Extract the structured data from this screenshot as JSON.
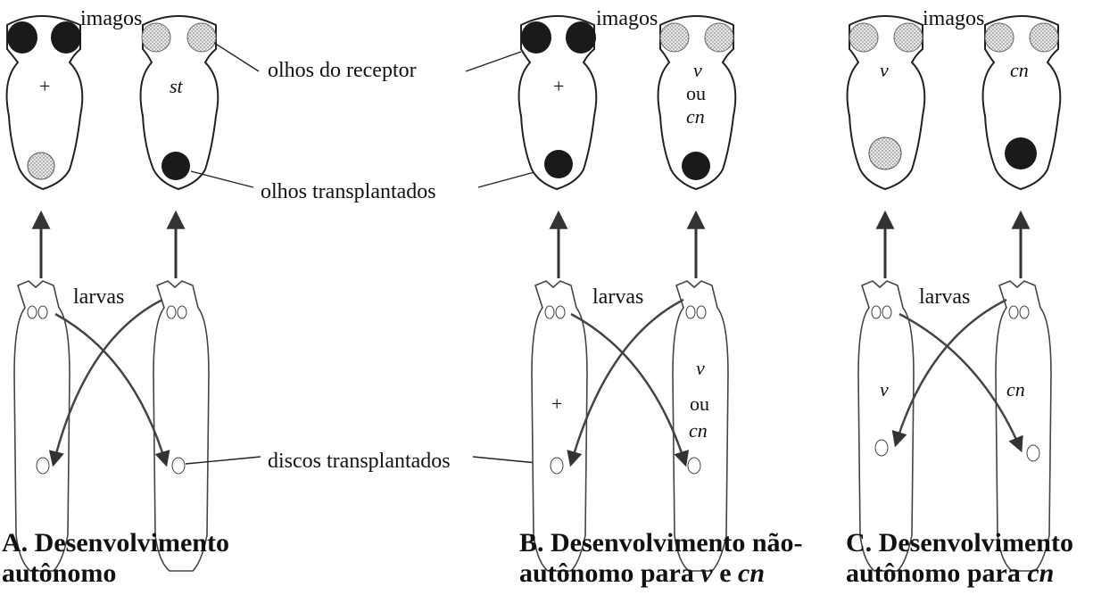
{
  "labels": {
    "imagos": "imagos",
    "larvas": "larvas",
    "olhos_receptor": "olhos do receptor",
    "olhos_transplantados": "olhos transplantados",
    "discos_transplantados": "discos transplantados"
  },
  "genotypes": {
    "wild": "+",
    "st": "st",
    "v": "v",
    "cn": "cn",
    "ou": "ou"
  },
  "captions": {
    "a_line1": "A.  Desenvolvimento",
    "a_line2": "autônomo",
    "b_line1": "B.  Desenvolvimento não-",
    "b_line2_prefix": "autônomo para ",
    "b_line2_v": "v",
    "b_line2_e": " e ",
    "b_line2_cn": "cn",
    "c_line1": "C.  Desenvolvimento",
    "c_line2_prefix": "autônomo para ",
    "c_line2_cn": "cn"
  },
  "colors": {
    "dark_eye": "#1a1a1a",
    "light_eye": "#d6d6d6",
    "outline": "#222222",
    "arrow": "#444444"
  }
}
